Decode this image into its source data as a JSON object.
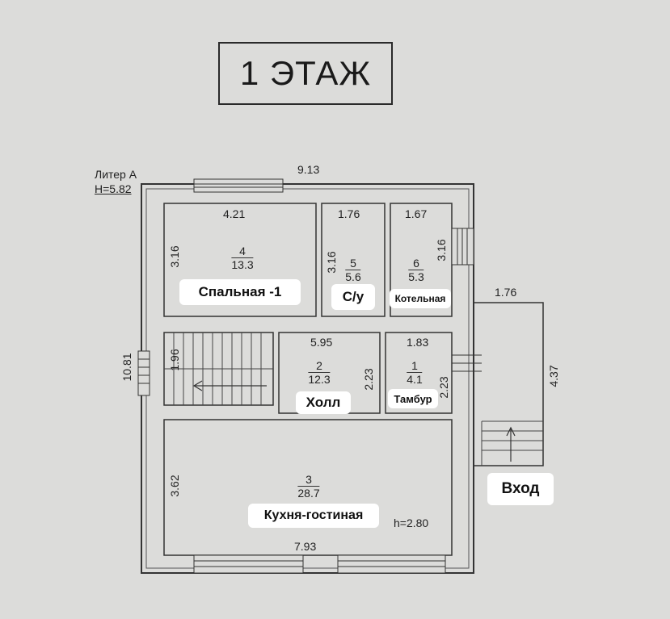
{
  "title": "1 ЭТАЖ",
  "liter": "Литер А",
  "height": "H=5.82",
  "overall": {
    "width": "9.13",
    "length": "10.81"
  },
  "rooms": [
    {
      "num": "4",
      "area": "13.3",
      "name": "Спальная -1",
      "w": "4.21",
      "h": "3.16"
    },
    {
      "num": "5",
      "area": "5.6",
      "name": "С/у",
      "w": "1.76",
      "h": "3.16"
    },
    {
      "num": "6",
      "area": "5.3",
      "name": "Котельная",
      "w": "1.67",
      "h": "3.16"
    },
    {
      "num": "2",
      "area": "12.3",
      "name": "Холл",
      "w": "5.95",
      "h": "2.23"
    },
    {
      "num": "1",
      "area": "4.1",
      "name": "Тамбур",
      "w": "1.83",
      "h": "2.23"
    },
    {
      "num": "3",
      "area": "28.7",
      "name": "Кухня-гостиная",
      "w": "7.93",
      "h": "3.62"
    }
  ],
  "stair_dim": "1.96",
  "porch": {
    "w": "1.76",
    "h": "4.37"
  },
  "ceiling": "h=2.80",
  "entrance": "Вход"
}
